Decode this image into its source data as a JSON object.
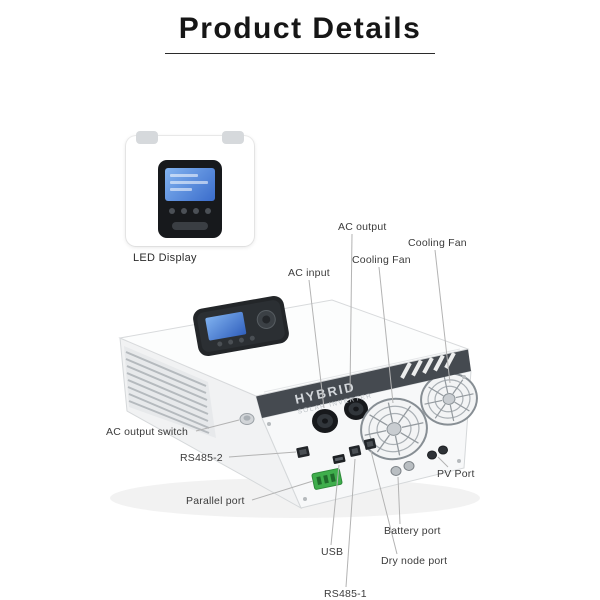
{
  "page": {
    "title": "Product Details"
  },
  "inset": {
    "caption": "LED Display"
  },
  "product": {
    "brand_line1": "HYBRID",
    "brand_line2": "SOLAR INVERTER"
  },
  "callouts": {
    "ac_output": "AC output",
    "cooling_fan_1": "Cooling Fan",
    "cooling_fan_2": "Cooling Fan",
    "ac_input": "AC input",
    "ac_output_switch": "AC output switch",
    "rs485_2": "RS485-2",
    "parallel_port": "Parallel port",
    "usb": "USB",
    "rs485_1": "RS485-1",
    "dry_node_port": "Dry node port",
    "battery_port": "Battery port",
    "pv_port": "PV Port"
  }
}
